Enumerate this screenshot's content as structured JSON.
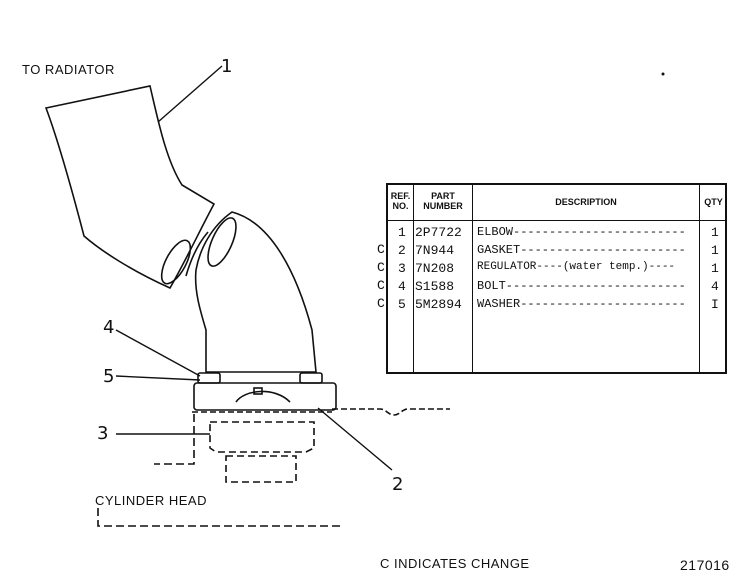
{
  "labels": {
    "to_radiator": "TO RADIATOR",
    "cylinder_head": "CYLINDER HEAD",
    "c_indicates_change": "C INDICATES CHANGE",
    "drawing_number": "217016"
  },
  "callouts": [
    "1",
    "2",
    "3",
    "4",
    "5"
  ],
  "table": {
    "headers": {
      "ref_no": "REF. NO.",
      "part_number": "PART NUMBER",
      "description": "DESCRIPTION",
      "qty": "QTY"
    },
    "rows": [
      {
        "change": "",
        "ref": "1",
        "part": "2P7722",
        "desc": "ELBOW------------------------",
        "qty": "1"
      },
      {
        "change": "C",
        "ref": "2",
        "part": "7N944",
        "desc": "GASKET-----------------------",
        "qty": "1"
      },
      {
        "change": "C",
        "ref": "3",
        "part": "7N208",
        "desc": "REGULATOR----(water temp.)----",
        "qty": "1"
      },
      {
        "change": "C",
        "ref": "4",
        "part": "S1588",
        "desc": "BOLT-------------------------",
        "qty": "4"
      },
      {
        "change": "C",
        "ref": "5",
        "part": "5M2894",
        "desc": "WASHER-----------------------",
        "qty": "I"
      }
    ]
  }
}
